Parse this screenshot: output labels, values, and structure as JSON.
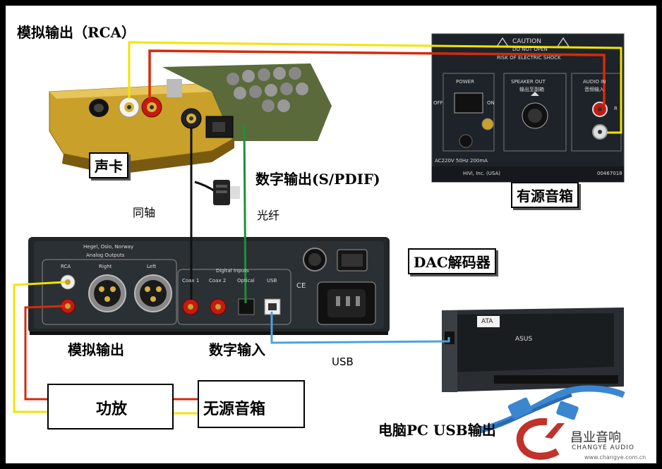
{
  "labels": {
    "analog_rca": "模拟输出（RCA）",
    "sound_card": "声卡",
    "coaxial": "同轴",
    "digital_spdif": "数字输出(S/PDIF)",
    "optical": "光纤",
    "active_speaker": "有源音箱",
    "dac": "DAC解码器",
    "analog_out": "模拟输出",
    "digital_in": "数字输入",
    "usb": "USB",
    "amp": "功放",
    "passive_speaker": "无源音箱",
    "pc_usb": "电脑PC USB输出"
  },
  "dac_panel": {
    "brand": "Hegel, Oslo, Norway",
    "analog_outputs": "Analog Outputs",
    "rca": "RCA",
    "right": "Right",
    "left": "Left",
    "digital_inputs": "Digital Inputs",
    "coax1": "Coax 1",
    "coax2": "Coax 2",
    "optical": "Optical",
    "usb": "USB",
    "ce": "CE"
  },
  "speaker_panel": {
    "caution": "CAUTION",
    "do_not_open": "DO NOT OPEN",
    "risk": "RISK OF ELECTRIC SHOCK",
    "power": "POWER",
    "off": "OFF",
    "on": "ON",
    "speaker_out": "SPEAKER OUT",
    "speaker_out_cn": "输出至副箱",
    "audio_in": "AUDIO IN",
    "audio_in_cn": "音频输入",
    "r": "R",
    "rating": "AC220V 50Hz 200mA",
    "maker": "HiVi, Inc. (USA)",
    "serial": "00467018"
  },
  "hdd": {
    "ata": "ATA",
    "brand": "ASUS"
  },
  "logo": {
    "name_cn": "昌业音响",
    "name_en": "CHANGYE AUDIO",
    "url": "www.changye.com.cn"
  },
  "colors": {
    "yellow": "#f2e400",
    "red": "#d42b0b",
    "black": "#111111",
    "green": "#1f8f3a",
    "blue": "#4aa3e0",
    "logo_red": "#c0322a"
  }
}
